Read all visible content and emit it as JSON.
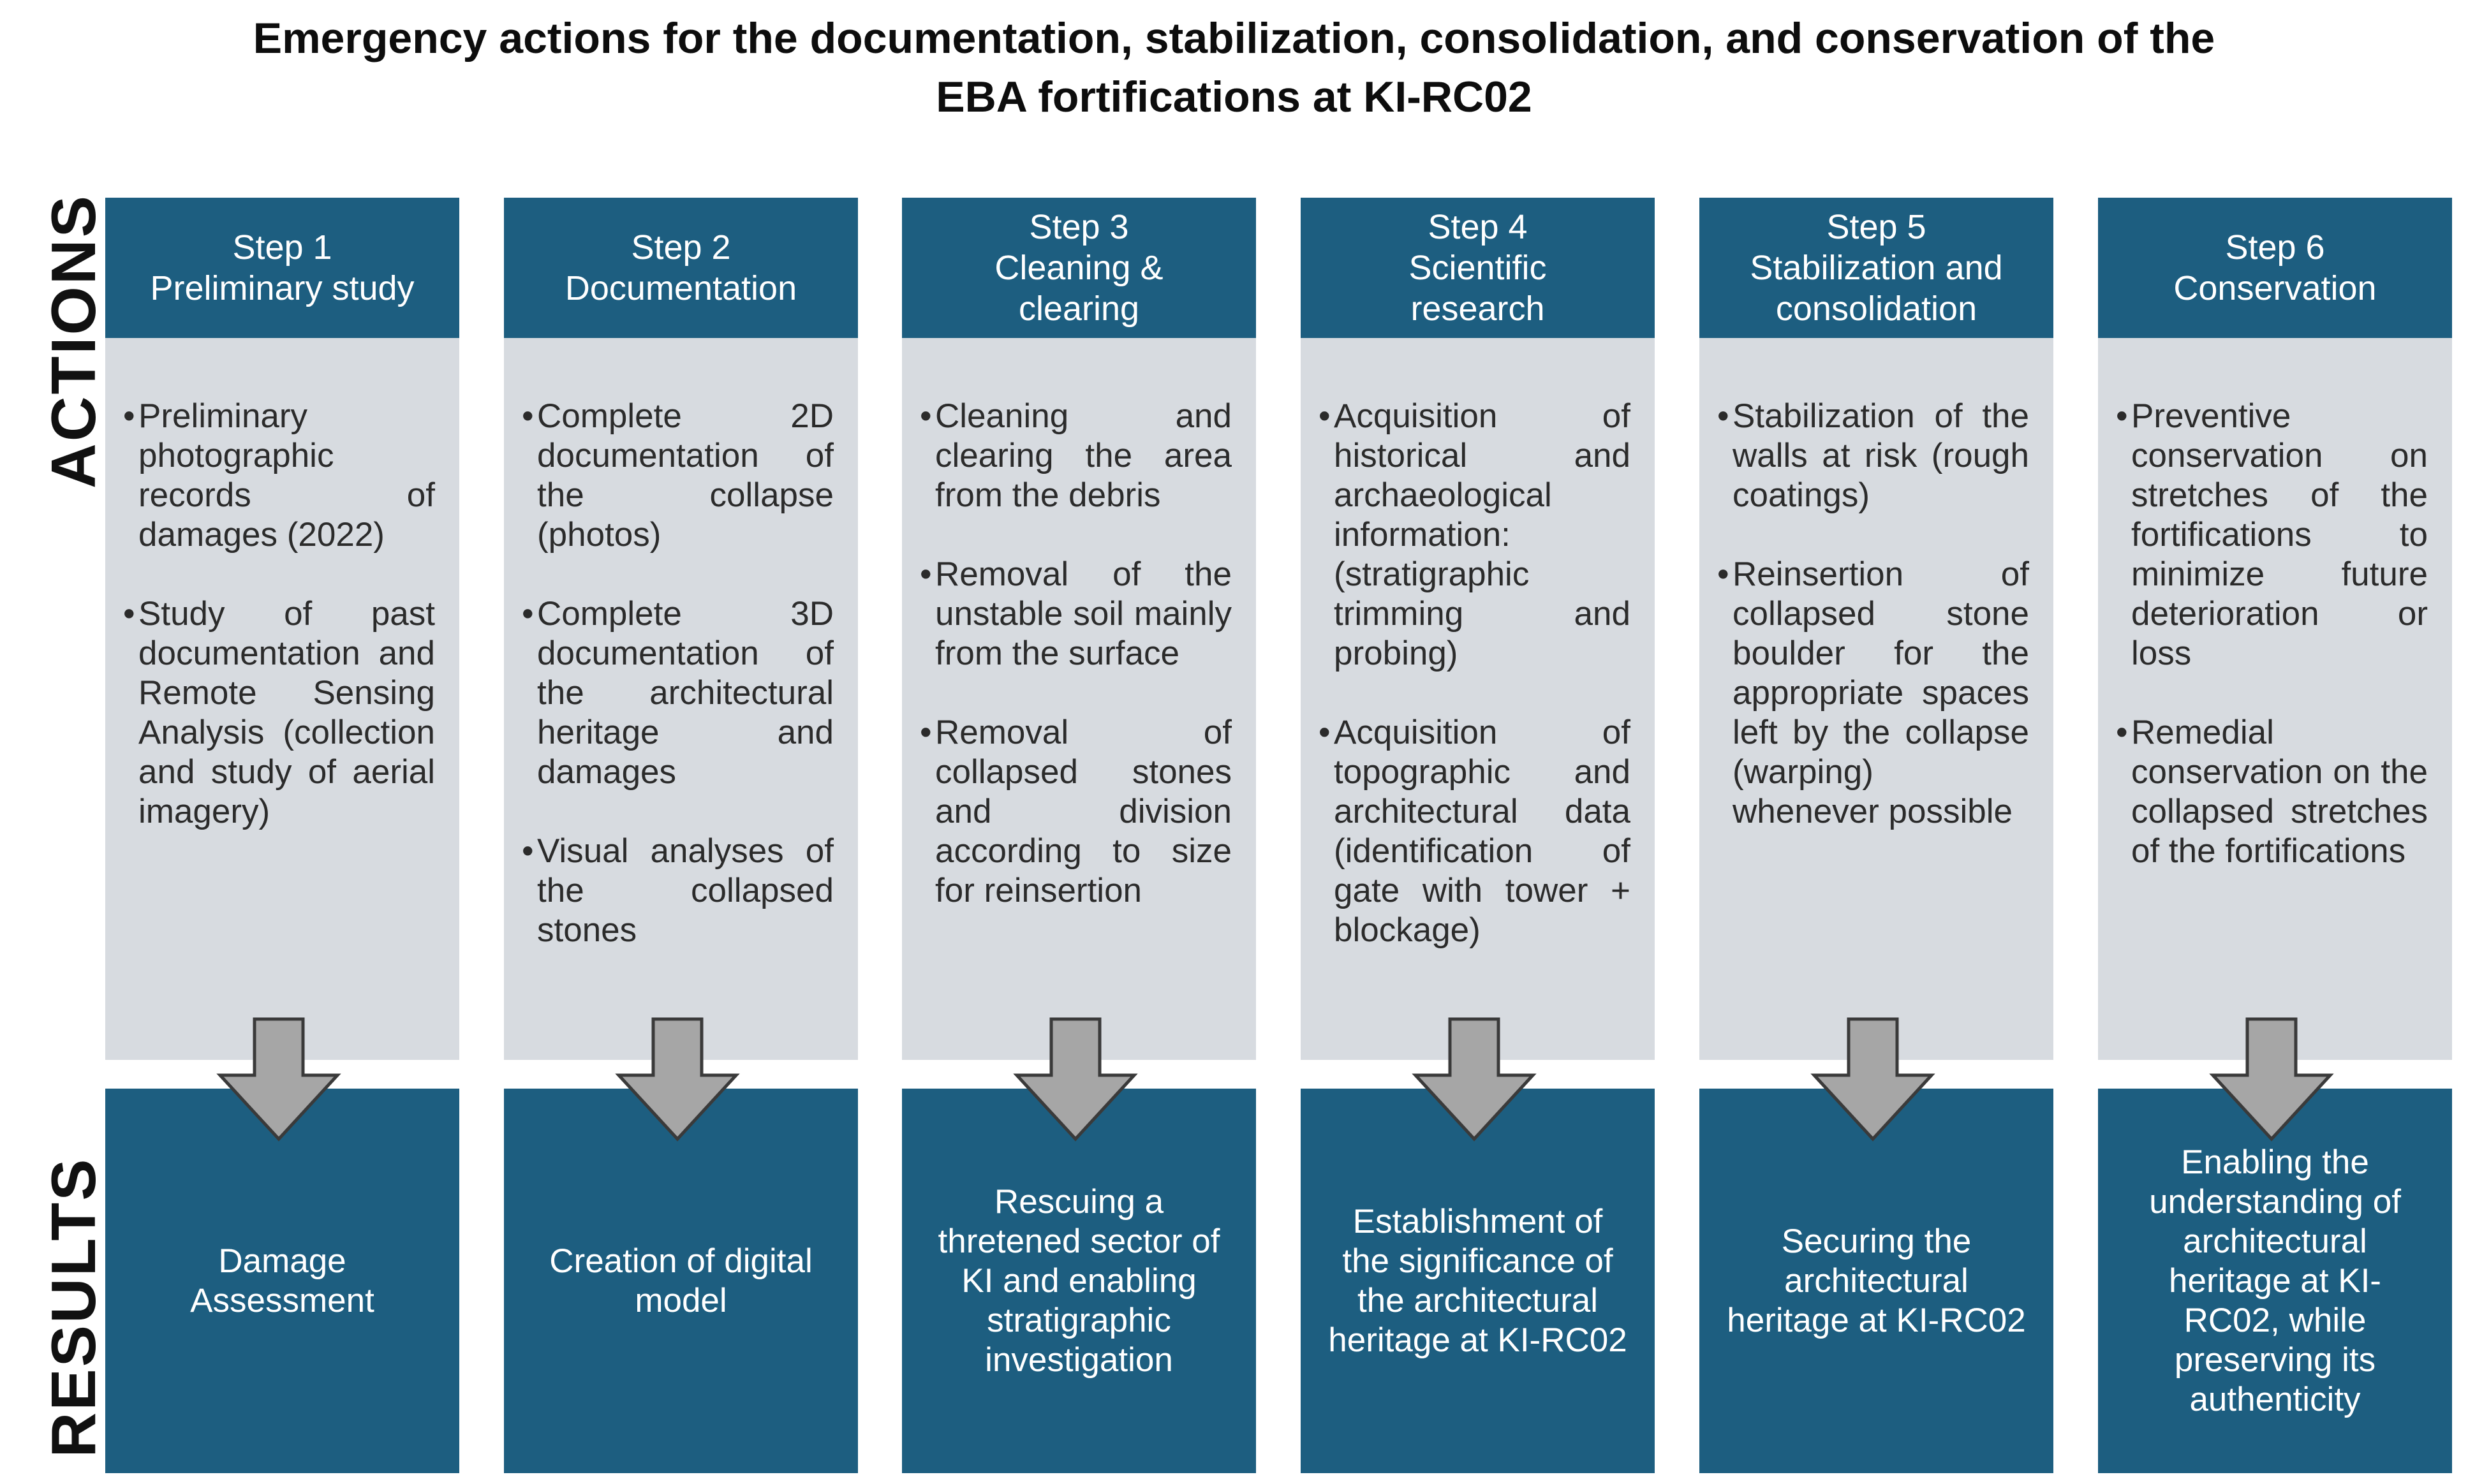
{
  "title": {
    "line1": "Emergency actions for the documentation, stabilization, consolidation, and conservation of the",
    "line2": "EBA fortifications at KI-RC02"
  },
  "labels": {
    "actions": "ACTIONS",
    "results": "RESULTS"
  },
  "colors": {
    "header": "#1d5e80",
    "body": "#d7dbe0",
    "arrow": "#a6a6a6"
  },
  "steps": [
    {
      "step": "Step 1",
      "name": "Preliminary study",
      "bullets": [
        "Preliminary photographic records of damages (2022)",
        "Study of past documentation and Remote Sensing Analysis (collection and study of aerial imagery)"
      ],
      "result": "Damage Assessment"
    },
    {
      "step": "Step 2",
      "name": "Documentation",
      "bullets": [
        "Complete 2D documentation of the collapse (photos)",
        "Complete 3D documentation of the architectural heritage and damages",
        "Visual analyses of the collapsed stones"
      ],
      "result": "Creation of digital model"
    },
    {
      "step": "Step 3",
      "name": "Cleaning & clearing",
      "bullets": [
        "Cleaning and clearing the area from the debris",
        "Removal of the unstable soil mainly from the surface",
        "Removal of collapsed stones and division according to size for reinsertion"
      ],
      "result": "Rescuing a thretened sector of KI and enabling stratigraphic investigation"
    },
    {
      "step": "Step 4",
      "name": "Scientific research",
      "bullets": [
        "Acquisition of historical and archaeological information: (stratigraphic trimming and probing)",
        "Acquisition of topographic and architectural data (identification of gate with tower + blockage)"
      ],
      "result": "Establishment of the significance of the architectural heritage at KI-RC02"
    },
    {
      "step": "Step 5",
      "name": "Stabilization and consolidation",
      "bullets": [
        "Stabilization of the walls at risk (rough coatings)",
        "Reinsertion of collapsed stone boulder for the appropriate spaces left by the collapse (warping) whenever possible"
      ],
      "result": "Securing the architectural heritage at KI-RC02"
    },
    {
      "step": "Step 6",
      "name": "Conservation",
      "bullets": [
        "Preventive conservation on stretches of the fortifications to minimize future deterioration or loss",
        "Remedial conservation on the collapsed stretches of the fortifications"
      ],
      "result": "Enabling the understanding of architectural heritage at KI-RC02, while preserving its authenticity"
    }
  ]
}
